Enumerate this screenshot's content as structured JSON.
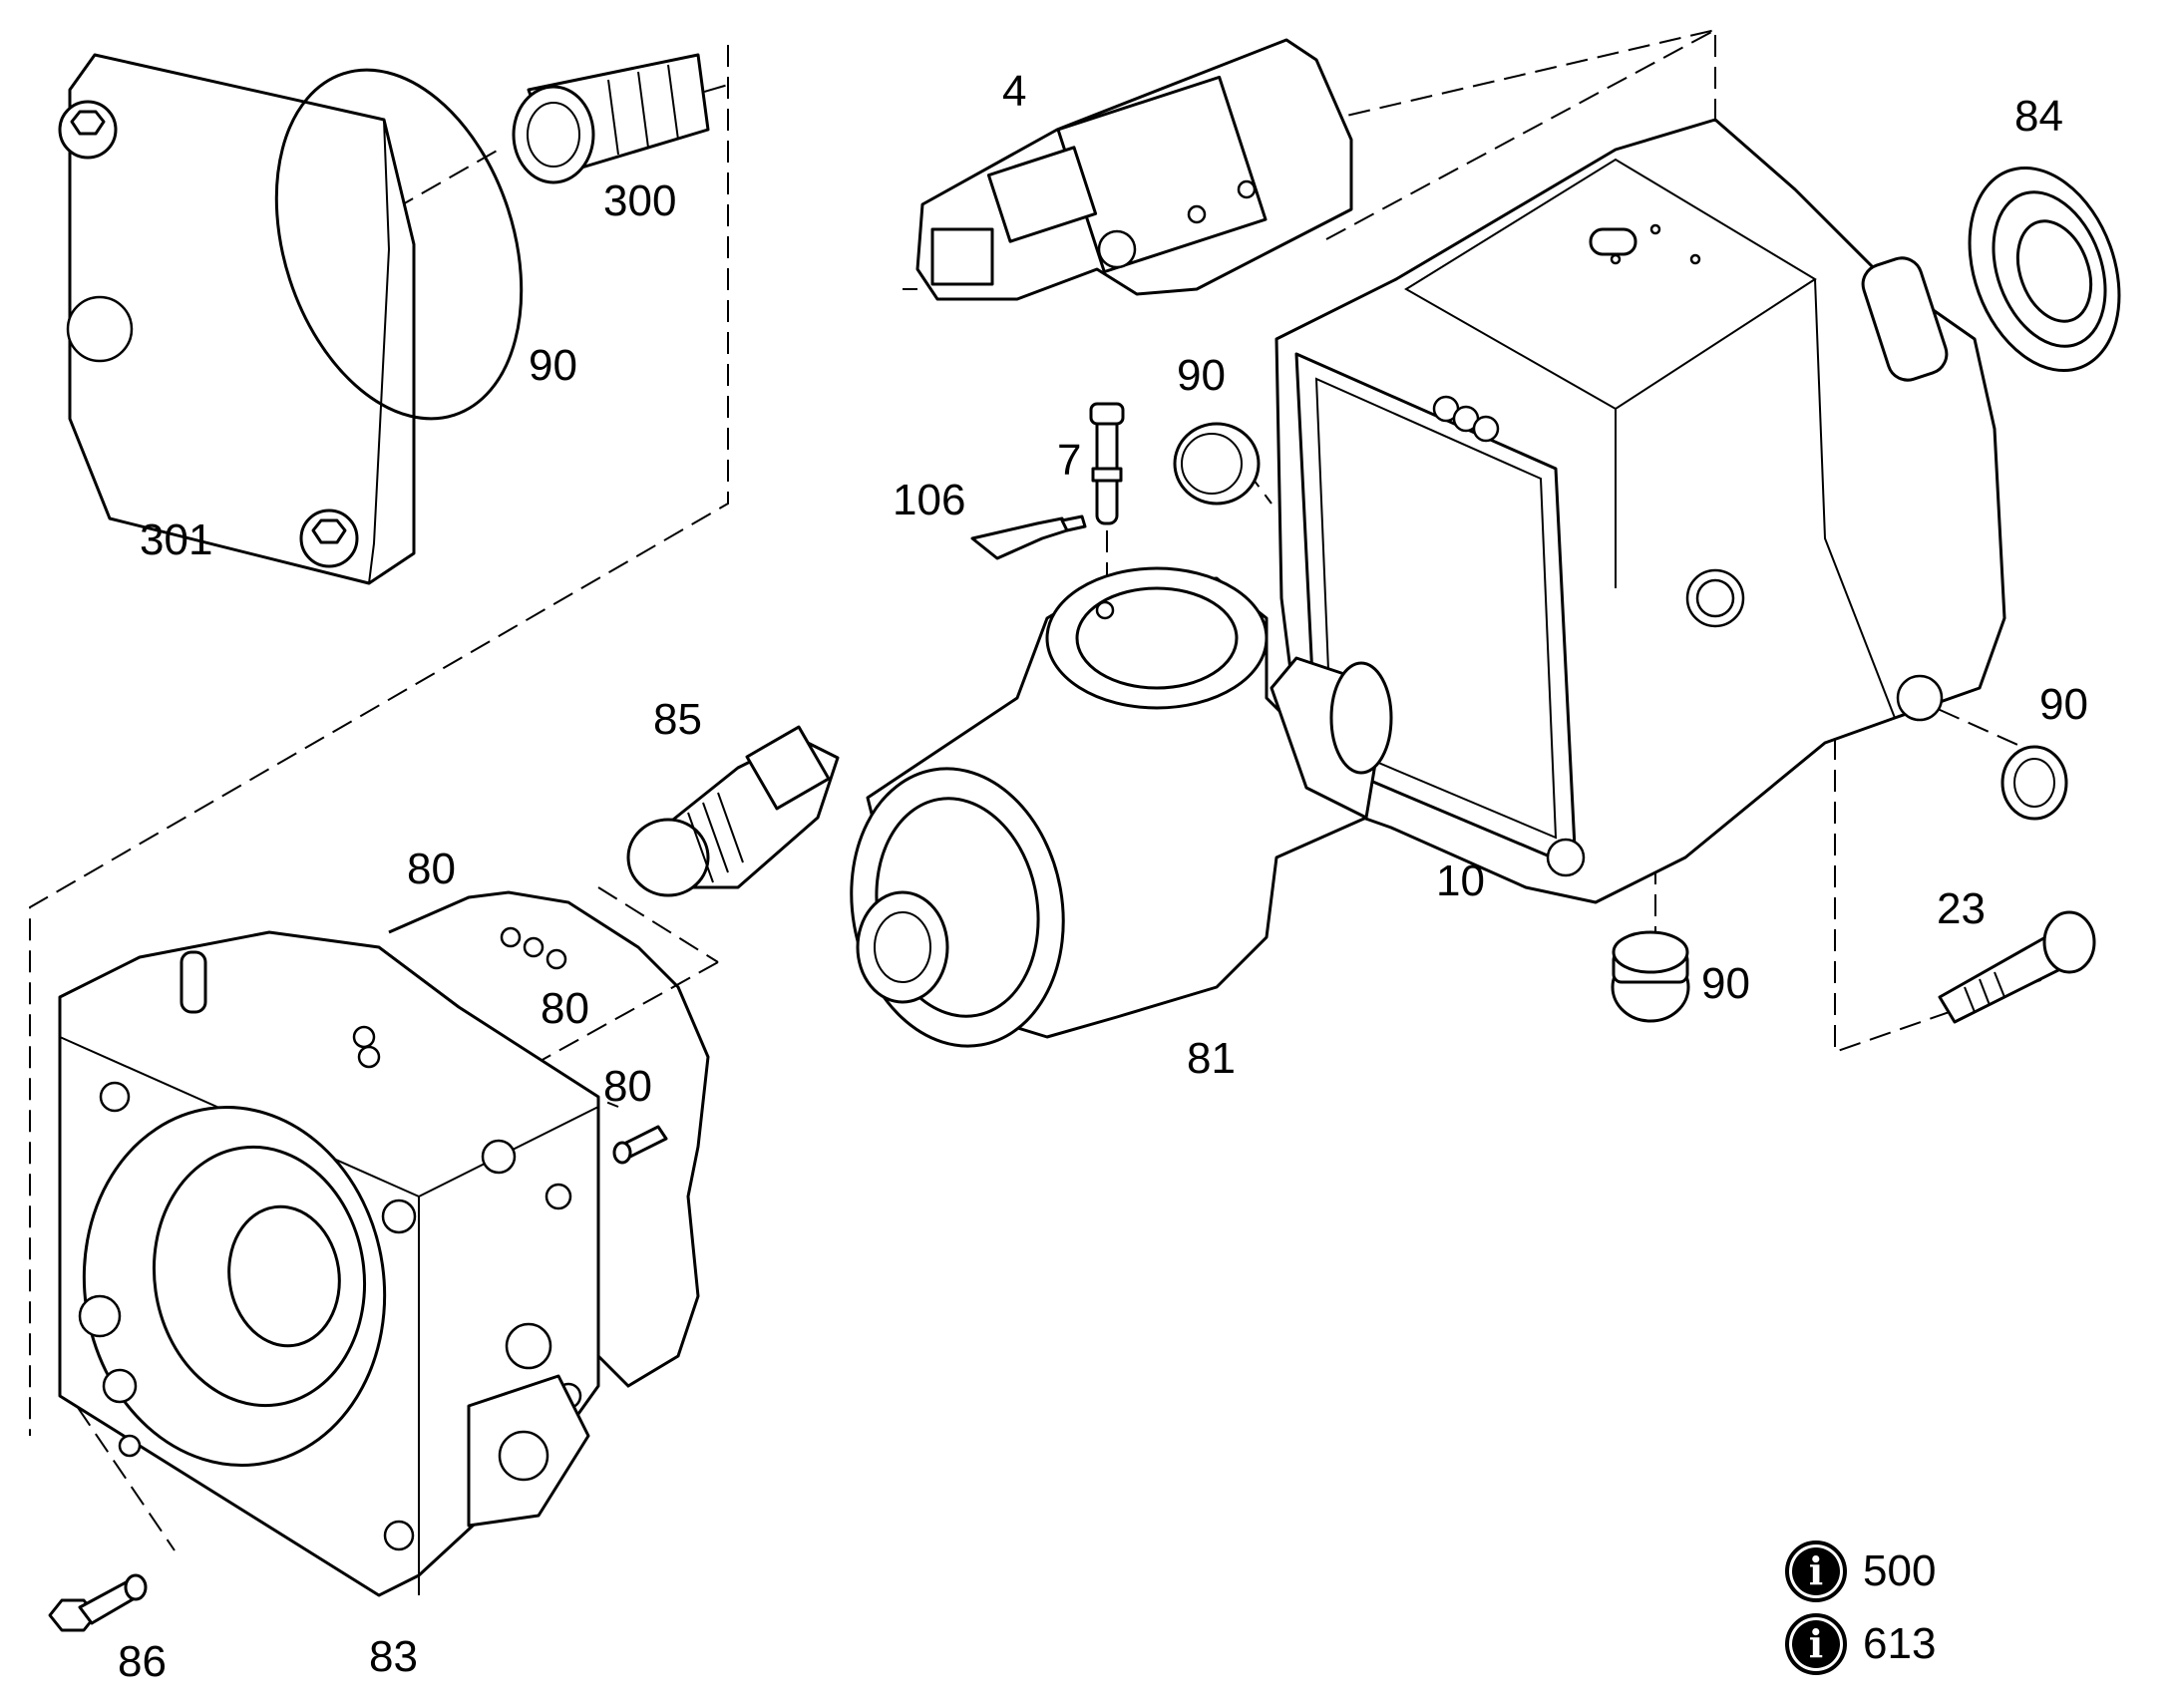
{
  "callouts": {
    "c4": "4",
    "c84": "84",
    "c300": "300",
    "c90_cover": "90",
    "c301": "301",
    "c90_plug_top": "90",
    "c7": "7",
    "c106": "106",
    "c85": "85",
    "c90_right": "90",
    "c80_a": "80",
    "c80_b": "80",
    "c80_c": "80",
    "c10": "10",
    "c23": "23",
    "c90_bottom": "90",
    "c81": "81",
    "c86": "86",
    "c83": "83"
  },
  "info_refs": [
    {
      "icon": "info-icon",
      "number": "500"
    },
    {
      "icon": "info-icon",
      "number": "613"
    }
  ]
}
